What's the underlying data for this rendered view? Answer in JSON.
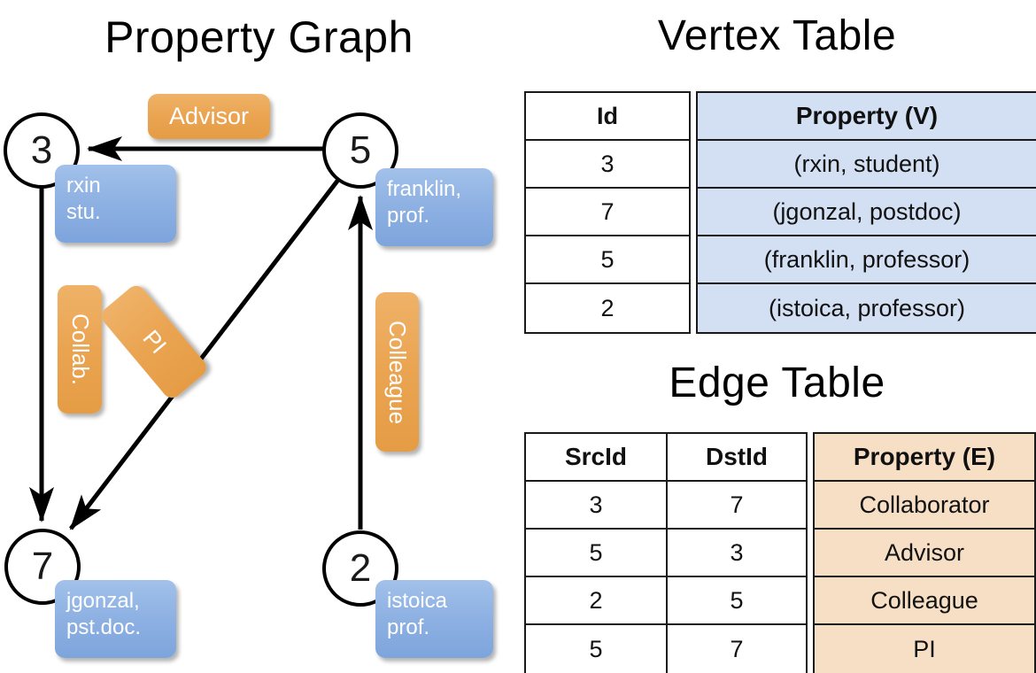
{
  "graph": {
    "title": "Property Graph",
    "nodes": [
      {
        "id": "3",
        "prop_lines": [
          "rxin",
          "stu."
        ]
      },
      {
        "id": "5",
        "prop_lines": [
          "franklin,",
          "prof."
        ]
      },
      {
        "id": "7",
        "prop_lines": [
          "jgonzal,",
          "pst.doc."
        ]
      },
      {
        "id": "2",
        "prop_lines": [
          "istoica",
          "prof."
        ]
      }
    ],
    "edge_labels": {
      "advisor": "Advisor",
      "collab": "Collab.",
      "pi": "PI",
      "colleague": "Colleague"
    },
    "edges": [
      {
        "from": "5",
        "to": "3",
        "label": "Advisor"
      },
      {
        "from": "3",
        "to": "7",
        "label": "Collab."
      },
      {
        "from": "5",
        "to": "7",
        "label": "PI"
      },
      {
        "from": "2",
        "to": "5",
        "label": "Colleague"
      }
    ]
  },
  "vertex_table": {
    "title": "Vertex Table",
    "columns": [
      "Id",
      "Property (V)"
    ],
    "rows": [
      {
        "id": "3",
        "property": "(rxin, student)"
      },
      {
        "id": "7",
        "property": "(jgonzal, postdoc)"
      },
      {
        "id": "5",
        "property": "(franklin, professor)"
      },
      {
        "id": "2",
        "property": "(istoica, professor)"
      }
    ]
  },
  "edge_table": {
    "title": "Edge Table",
    "columns": [
      "SrcId",
      "DstId",
      "Property (E)"
    ],
    "rows": [
      {
        "src": "3",
        "dst": "7",
        "property": "Collaborator"
      },
      {
        "src": "5",
        "dst": "3",
        "property": "Advisor"
      },
      {
        "src": "2",
        "dst": "5",
        "property": "Colleague"
      },
      {
        "src": "5",
        "dst": "7",
        "property": "PI"
      }
    ]
  },
  "colors": {
    "vertex_chip": "#8fb2e3",
    "edge_chip": "#eaa451",
    "vertex_table_fill": "#d3dff2",
    "edge_table_fill": "#f6dfc5",
    "stroke": "#000000",
    "background": "#ffffff"
  }
}
